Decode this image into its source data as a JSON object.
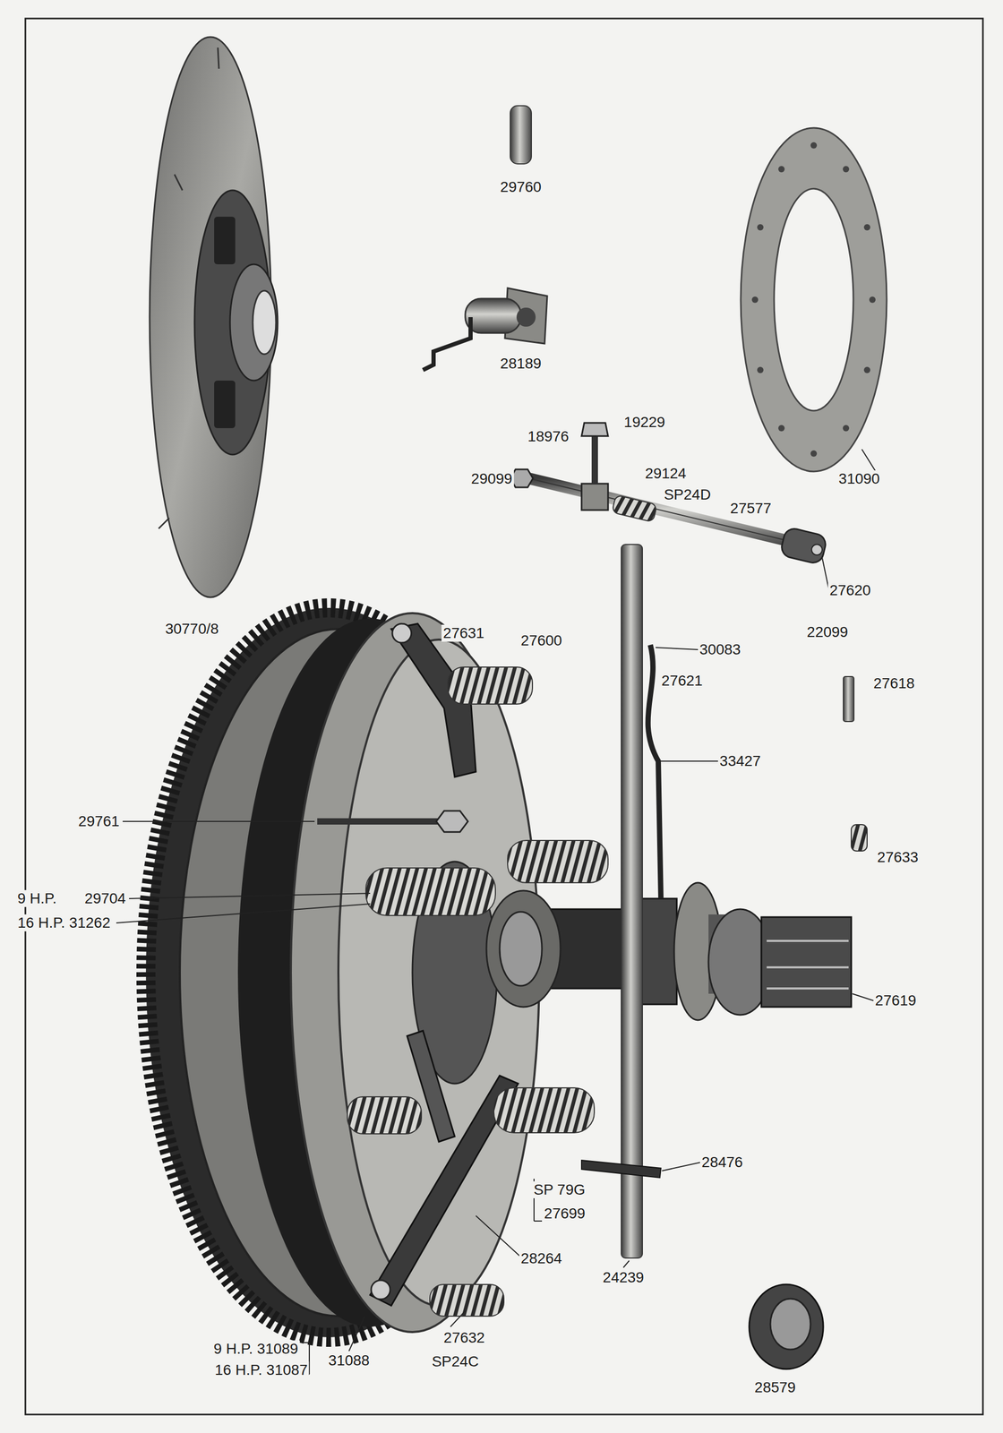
{
  "diagram": {
    "labels": [
      "29760",
      "28189",
      "18976",
      "19229",
      "29099",
      "29124",
      "SP24D",
      "27577",
      "31090",
      "27620",
      "22099",
      "30770/8",
      "27631",
      "27600",
      "30083",
      "27621",
      "27618",
      "33427",
      "29761",
      "27633",
      "9 H.P.",
      "29704",
      "16 H.P. 31262",
      "27619",
      "28476",
      "SP 79G",
      "27699",
      "28264",
      "24239",
      "28579",
      "31088",
      "27632",
      "SP24C",
      "9 H.P. 31089",
      "16 H.P. 31087"
    ]
  }
}
